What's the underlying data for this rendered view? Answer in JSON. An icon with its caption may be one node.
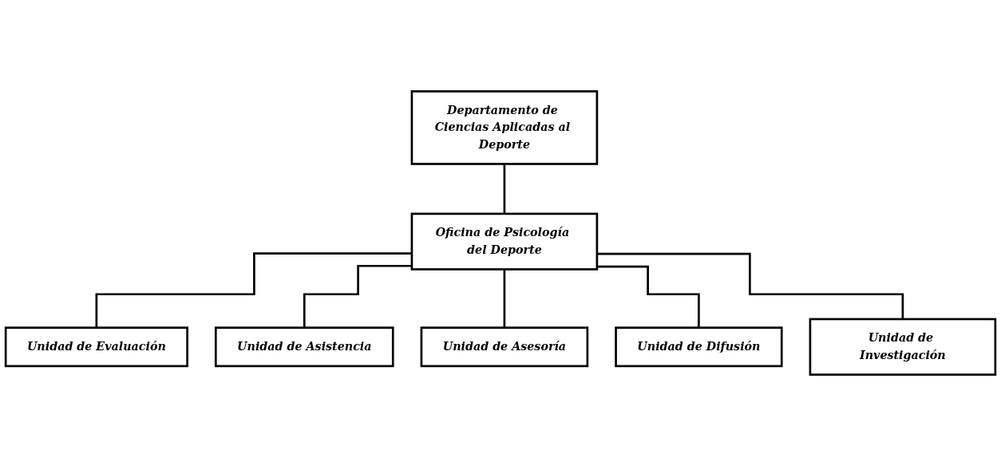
{
  "diagram": {
    "nodes": [
      {
        "text": [
          "Departamento de Ciencias Aplicadas al Deporte"
        ]
      },
      {
        "text": [
          "Oficina de Psicología del Deporte"
        ]
      },
      {
        "text": [
          "Unidad de Evaluación"
        ]
      },
      {
        "text": [
          "Unidad de Asistencia"
        ]
      },
      {
        "text": [
          "Unidad de Asesoría"
        ]
      },
      {
        "text": [
          "Unidad de Difusión"
        ]
      },
      {
        "text": [
          "Unidad de Investigación"
        ]
      }
    ],
    "edges": [
      {
        "from": 0,
        "to": 1,
        "arrow": "none"
      },
      {
        "from": 1,
        "to": 2,
        "arrow": "none"
      },
      {
        "from": 1,
        "to": 3,
        "arrow": "none"
      },
      {
        "from": 1,
        "to": 4,
        "arrow": "none"
      },
      {
        "from": 1,
        "to": 5,
        "arrow": "none"
      },
      {
        "from": 1,
        "to": 6,
        "arrow": "none"
      }
    ]
  }
}
